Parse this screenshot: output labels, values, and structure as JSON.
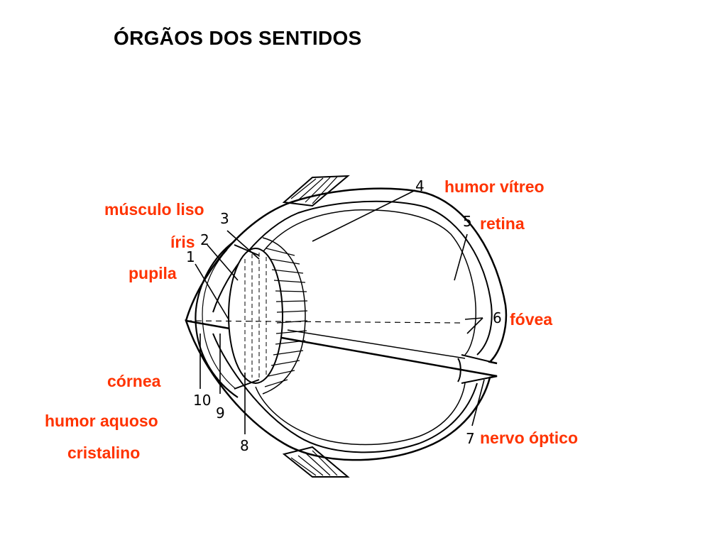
{
  "title": "ÓRGÃOS DOS SENTIDOS",
  "label_color": "#ff3300",
  "labels": {
    "humor_vitreo": "humor vítreo",
    "musculo_liso": "músculo liso",
    "iris": "íris",
    "pupila": "pupila",
    "retina": "retina",
    "fovea": "fóvea",
    "cornea": "córnea",
    "humor_aquoso": "humor aquoso",
    "cristalino": "cristalino",
    "nervo_optico": "nervo óptico"
  },
  "numbers": {
    "n1": "1",
    "n2": "2",
    "n3": "3",
    "n4": "4",
    "n5": "5",
    "n6": "6",
    "n7": "7",
    "n8": "8",
    "n9": "9",
    "n10": "10"
  }
}
